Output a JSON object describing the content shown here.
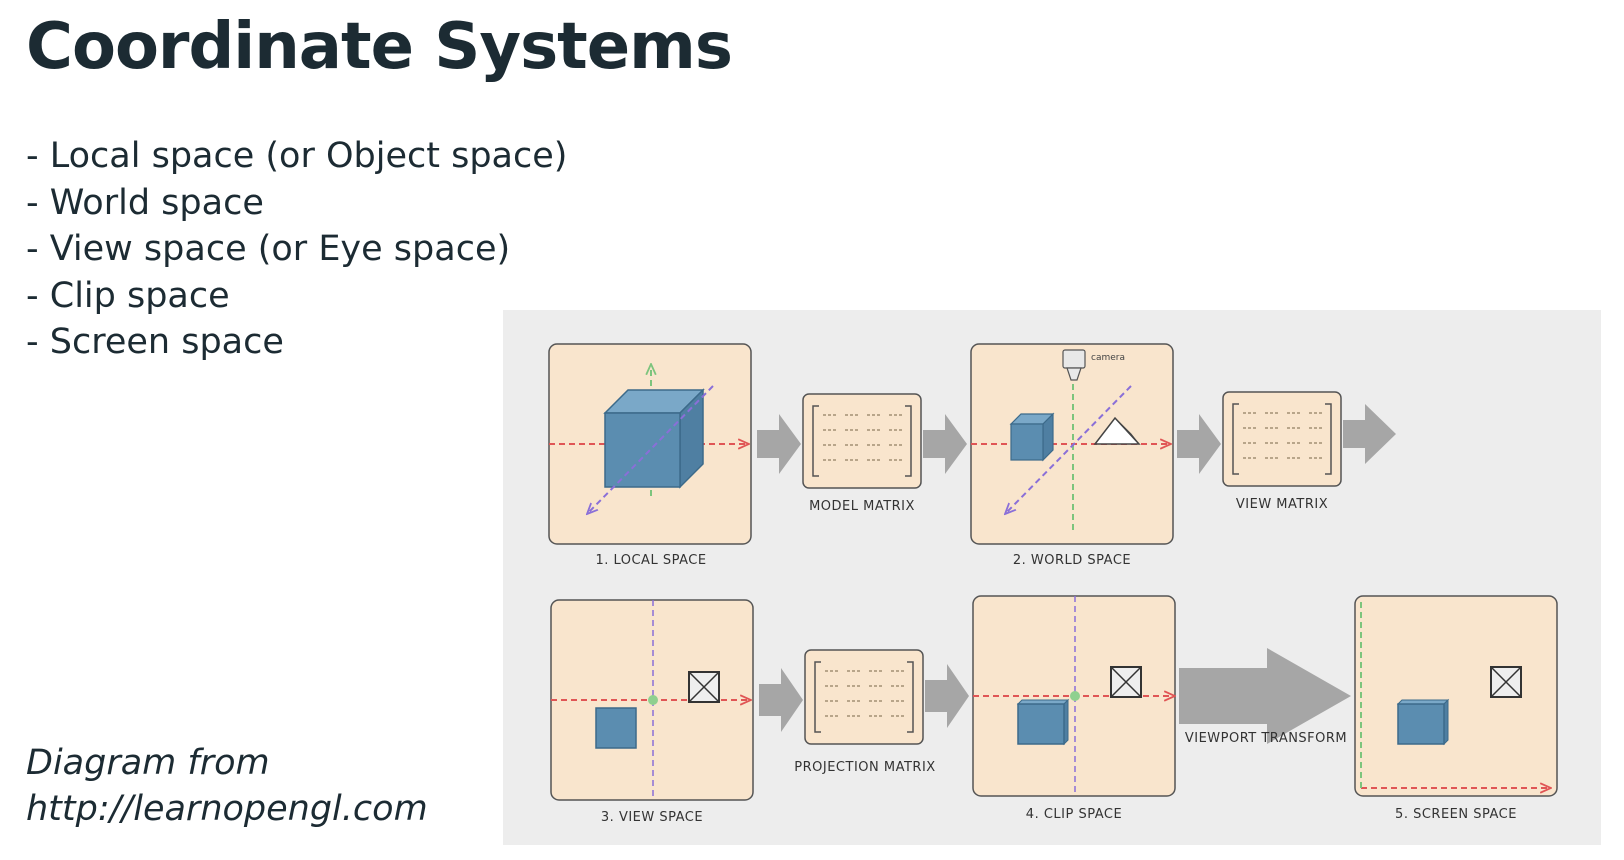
{
  "slide": {
    "title": "Coordinate Systems",
    "bullets": [
      "- Local space (or Object space)",
      "- World space",
      "- View space (or Eye space)",
      "- Clip space",
      "- Screen space"
    ],
    "credit_line1": "Diagram from",
    "credit_line2": "http://learnopengl.com"
  },
  "diagram": {
    "local_space": "1. LOCAL SPACE",
    "model_matrix": "MODEL MATRIX",
    "world_space": "2. WORLD SPACE",
    "camera": "camera",
    "view_matrix": "VIEW MATRIX",
    "view_space": "3. VIEW SPACE",
    "projection_matrix": "PROJECTION MATRIX",
    "clip_space": "4. CLIP SPACE",
    "viewport_transform": "VIEWPORT TRANSFORM",
    "screen_space": "5. SCREEN SPACE",
    "colors": {
      "panel_fill": "#f9e5cd",
      "panel_stroke": "#555555",
      "cube": "#5b8db0",
      "arrow": "#a6a6a6",
      "axis_x": "#e05555",
      "axis_y": "#7dc47d",
      "axis_z": "#8a6fd8"
    }
  }
}
